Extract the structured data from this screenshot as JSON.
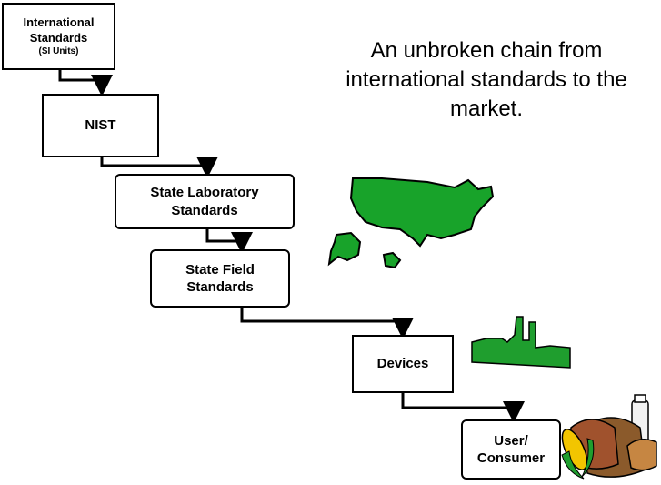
{
  "diagram": {
    "title_lines": [
      "An unbroken chain from",
      "international standards to the",
      "market."
    ],
    "nodes": {
      "international": {
        "lines": [
          "International",
          "Standards"
        ],
        "sub": "(SI Units)"
      },
      "nist": {
        "lines": [
          "NIST"
        ]
      },
      "state_lab": {
        "lines": [
          "State Laboratory",
          "Standards"
        ]
      },
      "state_field": {
        "lines": [
          "State Field",
          "Standards"
        ]
      },
      "devices": {
        "lines": [
          "Devices"
        ]
      },
      "user": {
        "lines": [
          "User/",
          "Consumer"
        ]
      }
    },
    "illustrations": [
      "us-map",
      "factory",
      "food-basket"
    ]
  },
  "colors": {
    "map_green": "#18a32a",
    "factory_green": "#1f9e2e",
    "line": "#000000"
  }
}
